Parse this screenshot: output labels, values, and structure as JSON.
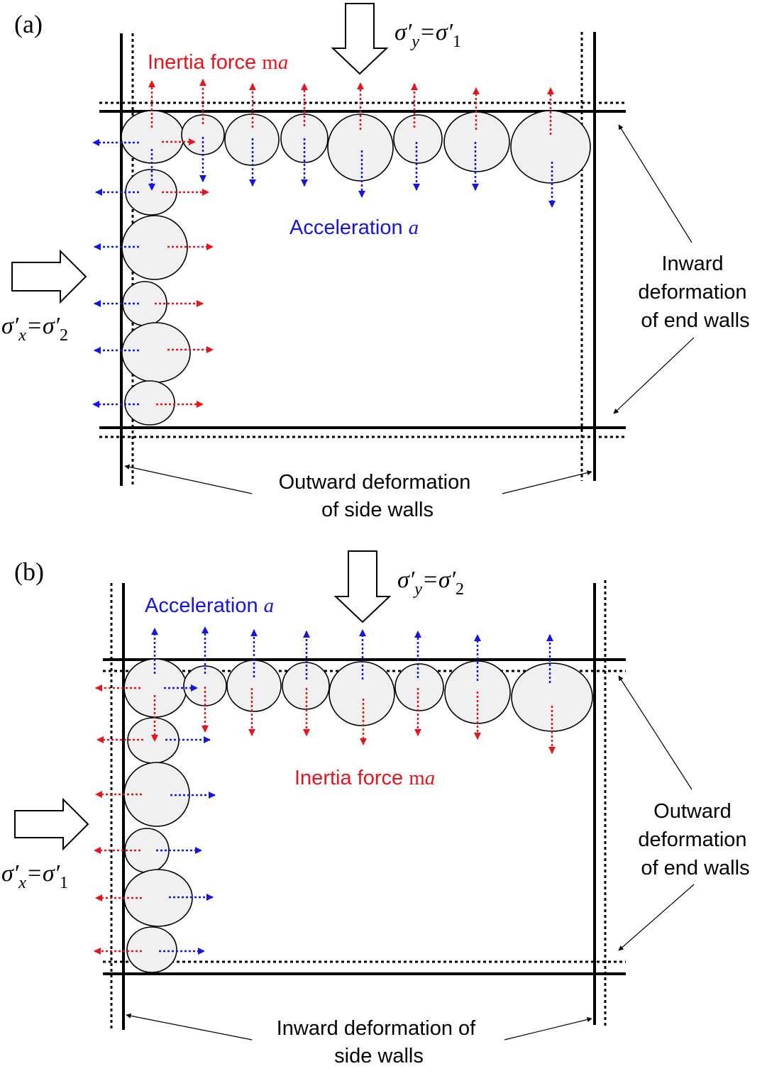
{
  "colors": {
    "red": "#e8141c",
    "blue": "#1414e6",
    "black": "#000000",
    "particle_fill": "#f0f0f0"
  },
  "panels": [
    {
      "id": "a",
      "label": "(a)",
      "stress_vertical": {
        "sym": "σ′",
        "sub1": "y",
        "mid": "=σ′",
        "sub2": "1"
      },
      "stress_horizontal": {
        "sym": "σ′",
        "sub1": "x",
        "mid": "=σ′",
        "sub2": "2"
      },
      "top_label": {
        "text": "Inertia force ",
        "italic_part": "m",
        "var": "a",
        "color": "red"
      },
      "mid_label": {
        "text": "Acceleration ",
        "var": "a",
        "color": "blue"
      },
      "right_annotation": [
        "Inward",
        "deformation",
        "of end walls"
      ],
      "bottom_annotation": [
        "Outward deformation",
        "of side walls"
      ],
      "outward_arrows": "blue",
      "inward_arrows": "red"
    },
    {
      "id": "b",
      "label": "(b)",
      "stress_vertical": {
        "sym": "σ′",
        "sub1": "y",
        "mid": "=σ′",
        "sub2": "2"
      },
      "stress_horizontal": {
        "sym": "σ′",
        "sub1": "x",
        "mid": "=σ′",
        "sub2": "1"
      },
      "top_label": {
        "text": "Acceleration ",
        "var": "a",
        "color": "blue"
      },
      "mid_label": {
        "text": "Inertia force ",
        "italic_part": "m",
        "var": "a",
        "color": "red"
      },
      "right_annotation": [
        "Outward",
        "deformation",
        "of end walls"
      ],
      "bottom_annotation": [
        "Inward deformation of",
        "side walls"
      ],
      "outward_arrows": "red",
      "inward_arrows": "blue"
    }
  ]
}
